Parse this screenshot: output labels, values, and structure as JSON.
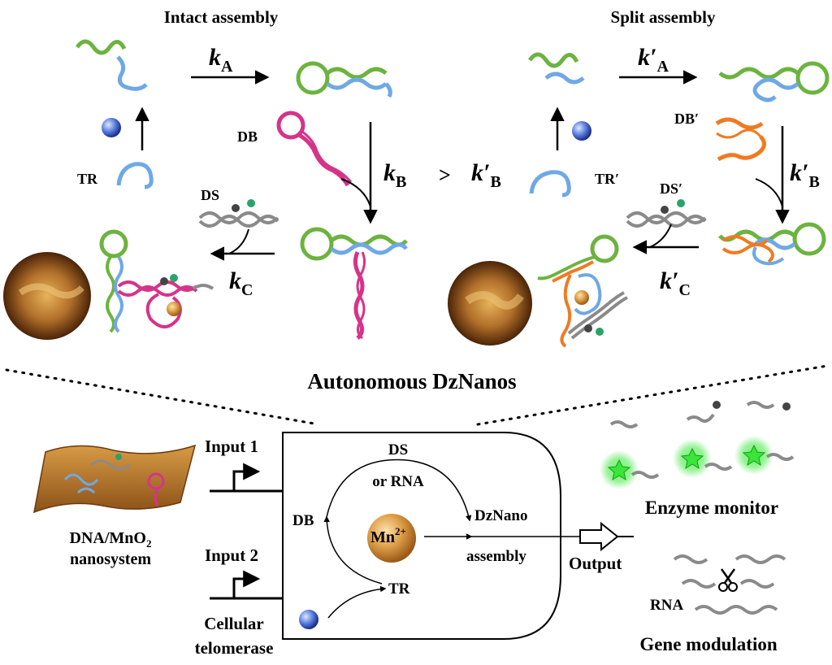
{
  "top": {
    "intact_title": "Intact assembly",
    "split_title": "Split assembly",
    "rate_kA": "k",
    "rate_kA_sub": "A",
    "rate_kB": "k",
    "rate_kB_sub": "B",
    "rate_kC": "k",
    "rate_kC_sub": "C",
    "rate_kA_prime": "k′",
    "rate_kA_prime_sub": "A",
    "rate_kB_prime": "k′",
    "rate_kB_prime_sub": "B",
    "rate_kC_prime": "k′",
    "rate_kC_prime_sub": "C",
    "comparison_symbol": ">",
    "label_TR": "TR",
    "label_DB": "DB",
    "label_DS": "DS",
    "label_TR_prime": "TR′",
    "label_DB_prime": "DB′",
    "label_DS_prime": "DS′"
  },
  "bottom": {
    "title": "Autonomous DzNanos",
    "nanosystem_line1": "DNA/MnO",
    "nanosystem_sub": "2",
    "nanosystem_line2": "nanosystem",
    "input1": "Input 1",
    "input2": "Input 2",
    "cellular_line1": "Cellular",
    "cellular_line2": "telomerase",
    "cycle_DS": "DS",
    "cycle_or_rna": "or RNA",
    "cycle_DB": "DB",
    "cycle_TR": "TR",
    "mn_ion": "Mn",
    "mn_charge": "2+",
    "dznano": "DzNano",
    "assembly": "assembly",
    "output": "Output",
    "enzyme_monitor": "Enzyme monitor",
    "rna_label": "RNA",
    "gene_modulation": "Gene modulation"
  },
  "colors": {
    "green_strand": "#6cb33f",
    "blue_strand": "#6fa8e6",
    "magenta_strand": "#d6338a",
    "orange_strand": "#f07a22",
    "gray_strand": "#8a8a8a",
    "mn_sphere": "#e0a14a",
    "afm_core": "#c07f2e",
    "glow_green": "#39e639"
  }
}
